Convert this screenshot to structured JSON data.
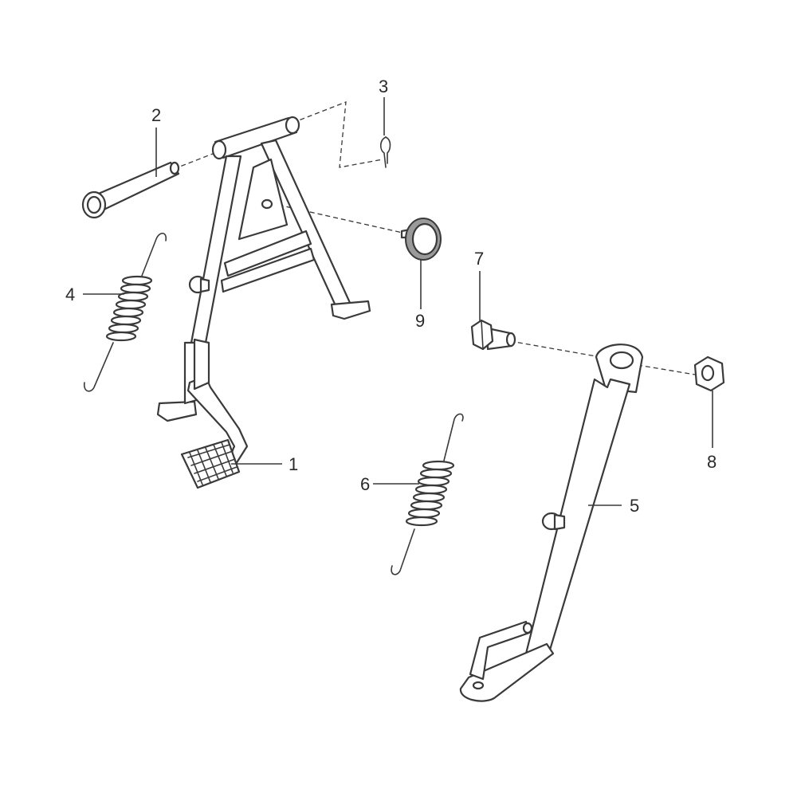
{
  "callouts": [
    {
      "id": "1",
      "label": "1",
      "part": "brake-pedal"
    },
    {
      "id": "2",
      "label": "2",
      "part": "pivot-pin"
    },
    {
      "id": "3",
      "label": "3",
      "part": "cotter-pin"
    },
    {
      "id": "4",
      "label": "4",
      "part": "center-stand-spring"
    },
    {
      "id": "5",
      "label": "5",
      "part": "side-stand"
    },
    {
      "id": "6",
      "label": "6",
      "part": "side-stand-spring"
    },
    {
      "id": "7",
      "label": "7",
      "part": "side-stand-bolt"
    },
    {
      "id": "8",
      "label": "8",
      "part": "nut"
    },
    {
      "id": "9",
      "label": "9",
      "part": "rubber-bumper"
    }
  ],
  "colors": {
    "line": "#3a3a3a",
    "fill": "#ffffff",
    "bumper": "#9a9a9a"
  }
}
